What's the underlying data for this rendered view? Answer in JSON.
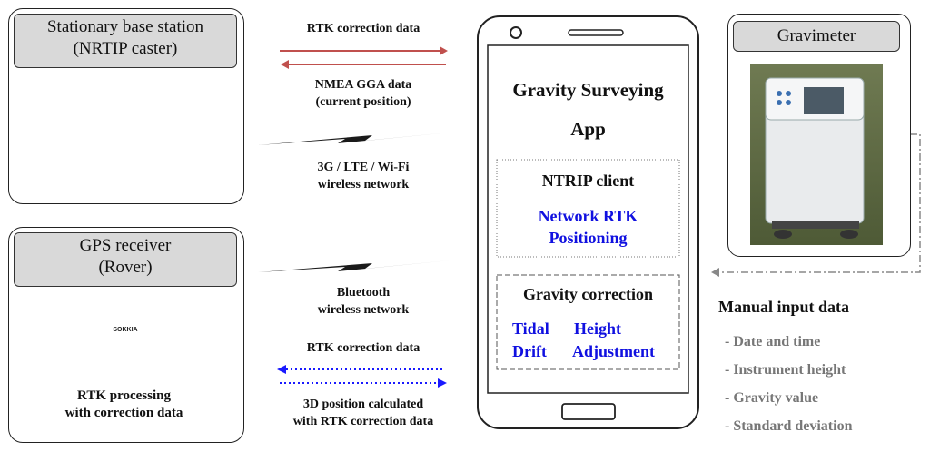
{
  "base_station": {
    "title_line1": "Stationary base station",
    "title_line2": "(NRTIP caster)"
  },
  "gps": {
    "title_line1": "GPS receiver",
    "title_line2": "(Rover)",
    "processing_line1": "RTK processing",
    "processing_line2": "with correction data",
    "device_logo": "SOKKIA"
  },
  "links": {
    "rtk_top": "RTK correction  data",
    "nmea_line1": "NMEA GGA data",
    "nmea_line2": "(current position)",
    "net_line1": "3G / LTE / Wi-Fi",
    "net_line2": "wireless network",
    "bt_line1": "Bluetooth",
    "bt_line2": "wireless network",
    "rtk_bottom": "RTK correction  data",
    "pos_line1": "3D position calculated",
    "pos_line2": "with RTK correction data"
  },
  "phone": {
    "app_line1": "Gravity Surveying",
    "app_line2": "App",
    "ntrip_title": "NTRIP client",
    "ntrip_line1": "Network RTK",
    "ntrip_line2": "Positioning",
    "grav_title": "Gravity correction",
    "grav_items": [
      "Tidal",
      "Height",
      "Drift",
      "Adjustment"
    ]
  },
  "gravimeter": {
    "title": "Gravimeter"
  },
  "manual": {
    "title": "Manual input data",
    "items": [
      "- Date and time",
      "- Instrument height",
      "- Gravity value",
      "- Standard deviation"
    ]
  },
  "colors": {
    "red_arrow": "#c0504d",
    "blue_arrow": "#1a1aff",
    "tag_fill": "#d9d9d9"
  }
}
